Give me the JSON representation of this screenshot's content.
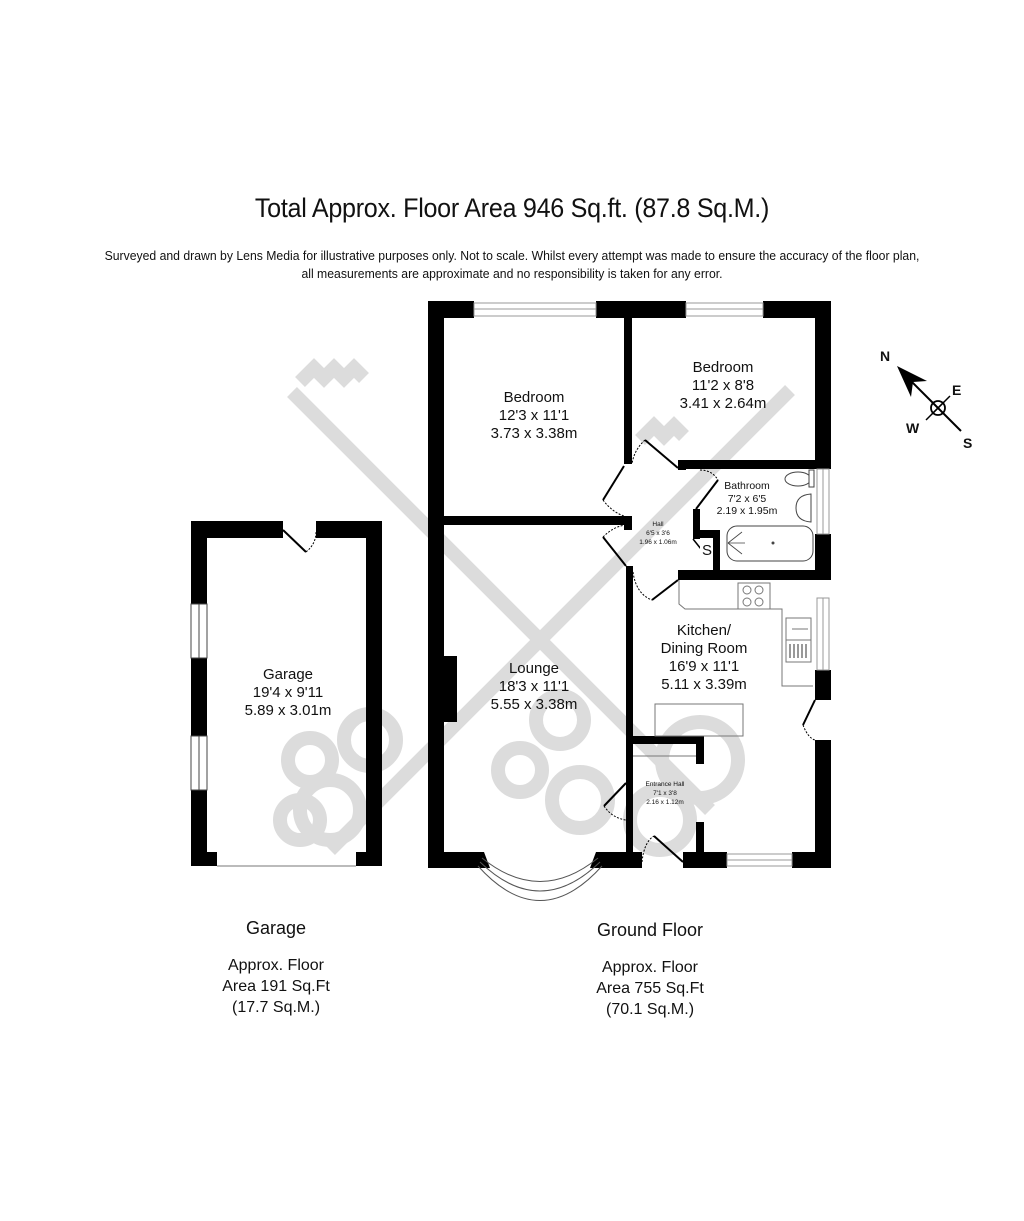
{
  "header": {
    "title": "Total Approx. Floor Area 946 Sq.ft. (87.8 Sq.M.)",
    "disclaimer_line1": "Surveyed and drawn by Lens Media for illustrative purposes only. Not to scale. Whilst every attempt was made to ensure the accuracy of the floor plan,",
    "disclaimer_line2": "all measurements are approximate and no responsibility is taken for any error."
  },
  "compass": {
    "north": "N",
    "east": "E",
    "south": "S",
    "west": "W"
  },
  "rooms": {
    "bedroom1": {
      "name": "Bedroom",
      "imperial": "12'3 x 11'1",
      "metric": "3.73 x 3.38m"
    },
    "bedroom2": {
      "name": "Bedroom",
      "imperial": "11'2 x 8'8",
      "metric": "3.41 x 2.64m"
    },
    "bathroom": {
      "name": "Bathroom",
      "imperial": "7'2 x 6'5",
      "metric": "2.19 x 1.95m"
    },
    "hall": {
      "name": "Hall",
      "imperial": "6'5 x 3'6",
      "metric": "1.96 x 1.06m"
    },
    "storage": {
      "name": "S"
    },
    "lounge": {
      "name": "Lounge",
      "imperial": "18'3 x 11'1",
      "metric": "5.55 x 3.38m"
    },
    "kitchen": {
      "name_line1": "Kitchen/",
      "name_line2": "Dining Room",
      "imperial": "16'9 x 11'1",
      "metric": "5.11 x 3.39m"
    },
    "entrance_hall": {
      "name": "Entrance Hall",
      "imperial": "7'1 x 3'8",
      "metric": "2.16 x 1.12m"
    },
    "garage": {
      "name": "Garage",
      "imperial": "19'4 x 9'11",
      "metric": "5.89 x 3.01m"
    }
  },
  "floors": {
    "garage": {
      "name": "Garage",
      "line1": "Approx. Floor",
      "line2": "Area 191 Sq.Ft",
      "line3": "(17.7 Sq.M.)"
    },
    "ground": {
      "name": "Ground Floor",
      "line1": "Approx. Floor",
      "line2": "Area 755 Sq.Ft",
      "line3": "(70.1 Sq.M.)"
    }
  },
  "colors": {
    "wall": "#000000",
    "watermark": "#dcdcdc",
    "background": "#ffffff"
  }
}
